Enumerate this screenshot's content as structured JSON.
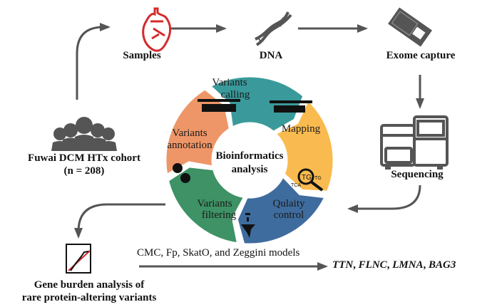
{
  "nodes": {
    "samples": "Samples",
    "dna": "DNA",
    "exome_capture": "Exome capture",
    "sequencing": "Sequencing",
    "cohort_line1": "Fuwai DCM HTx cohort",
    "cohort_line2": "(n = 208)",
    "burden_line1": "Gene burden analysis of",
    "burden_line2": "rare protein-altering variants"
  },
  "cycle": {
    "center_line1": "Bioinformatics",
    "center_line2": "analysis",
    "segments": [
      {
        "label1": "Variants",
        "label2": "calling",
        "color": "#3a9a9b"
      },
      {
        "label1": "Mapping",
        "label2": "",
        "color": "#f9bb4f"
      },
      {
        "label1": "Qulaity",
        "label2": "control",
        "color": "#3f6c9e"
      },
      {
        "label1": "Variants",
        "label2": "filtering",
        "color": "#3e9265"
      },
      {
        "label1": "Variants",
        "label2": "annotation",
        "color": "#ef9668"
      }
    ],
    "qc_sequence": {
      "left": "TCA",
      "mid": "TG",
      "right": "TG"
    }
  },
  "models_label": "CMC, Fp, SkatO, and Zeggini models",
  "genes": [
    "TTN",
    "FLNC",
    "LMNA",
    "BAG3"
  ],
  "gene_separator": ", ",
  "colors": {
    "arrow": "#555555",
    "icon_gray": "#555555",
    "heart_red": "#d42a2a"
  }
}
